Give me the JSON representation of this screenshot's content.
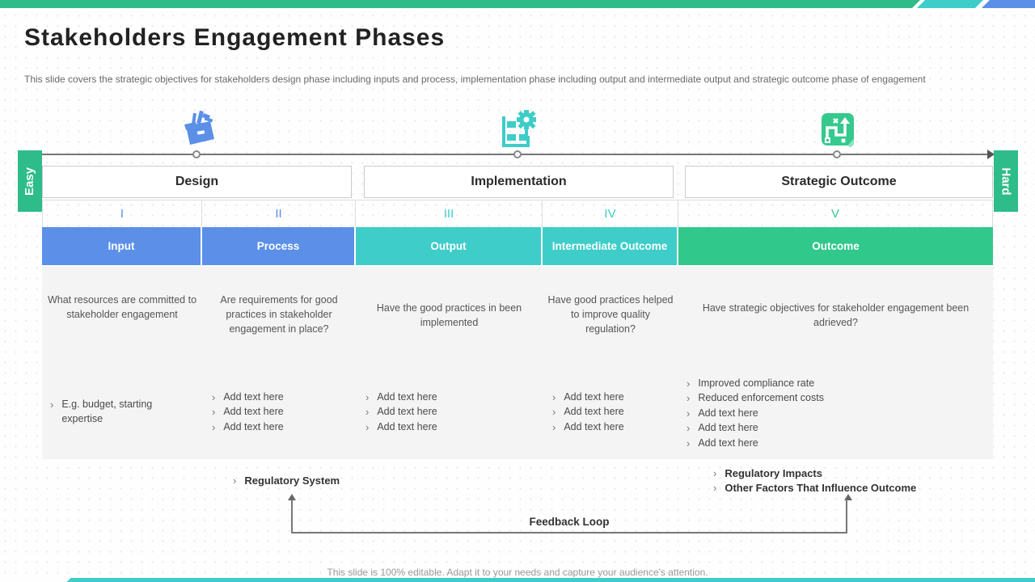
{
  "slide": {
    "title": "Stakeholders Engagement Phases",
    "subtitle": "This slide covers the strategic objectives for stakeholders design phase including inputs and process, implementation phase including output and intermediate output and strategic outcome phase of engagement",
    "footer": "This slide is 100% editable. Adapt it to your needs and capture your audience's attention."
  },
  "tabs": {
    "left": "Easy",
    "right": "Hard"
  },
  "phases": [
    {
      "label": "Design",
      "icon": "toolbox-icon"
    },
    {
      "label": "Implementation",
      "icon": "blueprint-gear-icon"
    },
    {
      "label": "Strategic Outcome",
      "icon": "strategy-path-icon"
    }
  ],
  "columns": [
    {
      "numeral": "I",
      "header": "Input",
      "header_color": "#5b8fe8",
      "description": "What resources are committed to stakeholder engagement",
      "bullets": [
        "E.g. budget, starting expertise"
      ]
    },
    {
      "numeral": "II",
      "header": "Process",
      "header_color": "#5b8fe8",
      "description": "Are requirements for good practices in stakeholder engagement in place?",
      "bullets": [
        "Add text here",
        "Add text here",
        "Add text here"
      ]
    },
    {
      "numeral": "III",
      "header": "Output",
      "header_color": "#3ecdc9",
      "description": "Have the good practices in been implemented",
      "bullets": [
        "Add text here",
        "Add text here",
        "Add text here"
      ]
    },
    {
      "numeral": "IV",
      "header": "Intermediate Outcome",
      "header_color": "#3ecdc9",
      "description": "Have good practices helped to improve quality regulation?",
      "bullets": [
        "Add text here",
        "Add text here",
        "Add text here"
      ]
    },
    {
      "numeral": "V",
      "header": "Outcome",
      "header_color": "#31c88c",
      "description": "Have strategic objectives for stakeholder engagement been adrieved?",
      "bullets": [
        "Improved compliance rate",
        "Reduced enforcement costs",
        "Add text here",
        "Add text here",
        "Add text here"
      ]
    }
  ],
  "notes": {
    "regulatory_system": "Regulatory System",
    "regulatory_impacts": "Regulatory Impacts",
    "other_factors": "Other Factors That Influence Outcome"
  },
  "feedback": {
    "label": "Feedback Loop"
  },
  "glyphs": {
    "bullet": "›"
  },
  "colors": {
    "accent_green": "#2ebd8a",
    "accent_teal": "#3ecdc9",
    "accent_blue": "#5b8fe8",
    "outcome_green": "#31c88c",
    "body_gray": "#f4f4f4"
  }
}
